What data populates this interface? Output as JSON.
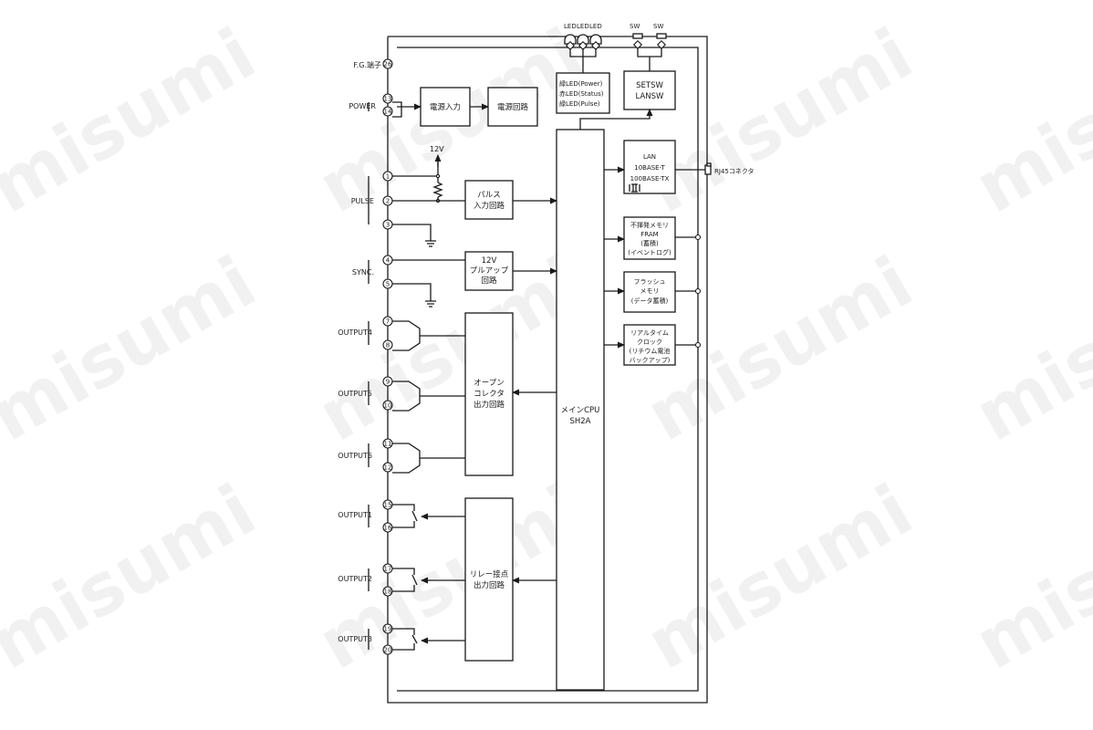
{
  "watermark": "misumi",
  "top_labels": {
    "led1": "LED",
    "led2": "LED",
    "led3": "LED",
    "sw1": "SW",
    "sw2": "SW"
  },
  "signals": {
    "fg": "F.G.端子",
    "power": "POWER",
    "pulse": "PULSE",
    "sync": "SYNC.",
    "output4": "OUTPUT4",
    "output5": "OUTPUT5",
    "output6": "OUTPUT6",
    "output1": "OUTPUT1",
    "output2": "OUTPUT2",
    "output3": "OUTPUT3"
  },
  "pins": [
    "1",
    "2",
    "3",
    "4",
    "5",
    "7",
    "8",
    "9",
    "10",
    "11",
    "12",
    "13",
    "14",
    "15",
    "16",
    "17",
    "18",
    "19",
    "20",
    "25",
    "26"
  ],
  "voltage_12v": "12V",
  "rj45": "RJ45コネクタ",
  "blocks": {
    "power_input": "電源入力",
    "power_circuit": "電源回路",
    "leds": [
      "緑LED(Power)",
      "赤LED(Status)",
      "緑LED(Pulse)"
    ],
    "switches": [
      "SETSW",
      "LANSW"
    ],
    "pulse_input": [
      "パルス",
      "入力回路"
    ],
    "pullup": [
      "12V",
      "プルアップ",
      "回路"
    ],
    "open_collector": [
      "オープン",
      "コレクタ",
      "出力回路"
    ],
    "relay": [
      "リレー接点",
      "出力回路"
    ],
    "cpu": [
      "メインCPU",
      "SH2A"
    ],
    "lan": [
      "LAN",
      "10BASE-T",
      "100BASE-TX"
    ],
    "fram": [
      "不揮発メモリ",
      "FRAM",
      "(蓄積)",
      "(イベントログ)"
    ],
    "flash": [
      "フラッシュ",
      "メモリ",
      "(データ蓄積)"
    ],
    "rtc": [
      "リアルタイム",
      "クロック",
      "(リチウム電池",
      "バックアップ)"
    ]
  }
}
